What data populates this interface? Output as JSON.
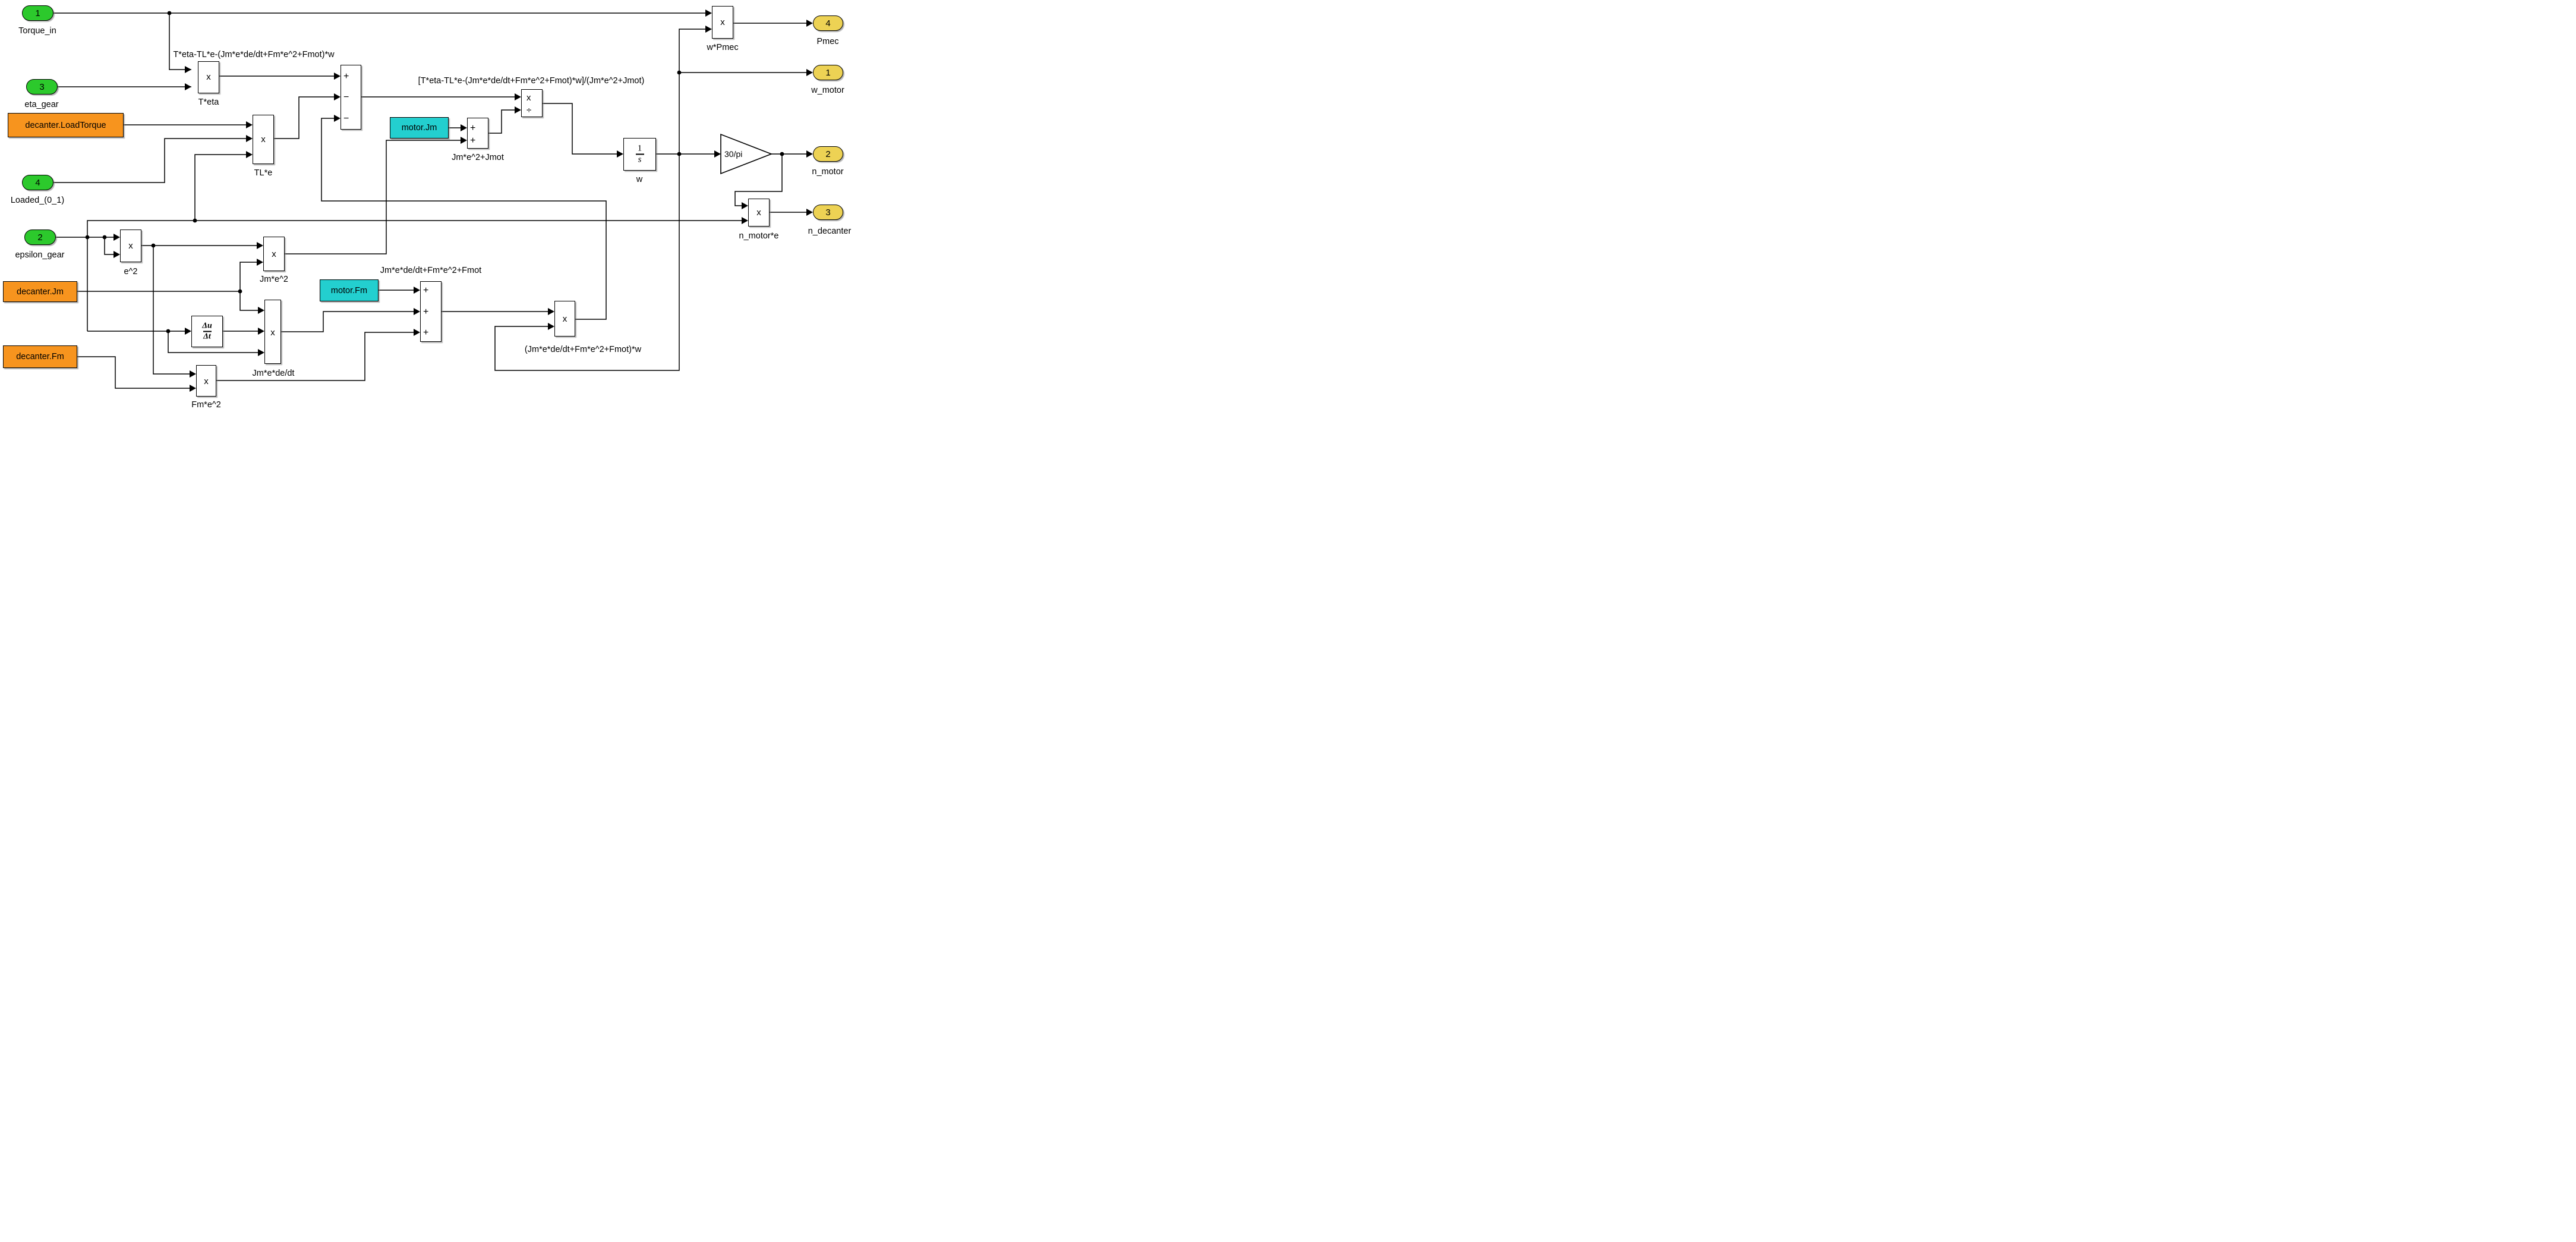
{
  "colors": {
    "green": "#2CC92C",
    "yellow": "#EDD254",
    "orange": "#F7941E",
    "cyan": "#23CFCF",
    "wire": "#000000"
  },
  "inports": [
    {
      "id": "1",
      "label": "Torque_in"
    },
    {
      "id": "3",
      "label": "eta_gear"
    },
    {
      "id": "4",
      "label": "Loaded_(0_1)"
    },
    {
      "id": "2",
      "label": "epsilon_gear"
    }
  ],
  "outports": [
    {
      "id": "4",
      "label": "Pmec"
    },
    {
      "id": "1",
      "label": "w_motor"
    },
    {
      "id": "2",
      "label": "n_motor"
    },
    {
      "id": "3",
      "label": "n_decanter"
    }
  ],
  "constants": {
    "load_torque": "decanter.LoadTorque",
    "decanter_jm": "decanter.Jm",
    "decanter_fm": "decanter.Fm",
    "motor_jm": "motor.Jm",
    "motor_fm": "motor.Fm"
  },
  "products": {
    "symbol": "x",
    "divide_top": "x",
    "divide_bottom": "÷",
    "t_eta": "T*eta",
    "tl_e": "TL*e",
    "e2": "e^2",
    "jm_e2": "Jm*e^2",
    "jm_e_dedt": "Jm*e*de/dt",
    "fm_e2": "Fm*e^2",
    "w_pmec": "w*Pmec",
    "n_motor_e": "n_motor*e"
  },
  "sums": {
    "main_signs": [
      "+",
      "−",
      "−"
    ],
    "jm_signs": [
      "+",
      "+"
    ],
    "jm_label": "Jm*e^2+Jmot",
    "fm_signs": [
      "+",
      "+",
      "+"
    ]
  },
  "integrator": {
    "num": "1",
    "den": "s",
    "label": "w"
  },
  "derivative": {
    "num": "Δu",
    "den": "Δt"
  },
  "gain": {
    "label": "30/pi"
  },
  "annotations": {
    "sum": "T*eta-TL*e-(Jm*e*de/dt+Fm*e^2+Fmot)*w",
    "division": "[T*eta-TL*e-(Jm*e*de/dt+Fm*e^2+Fmot)*w]/(Jm*e^2+Jmot)",
    "friction": "Jm*e*de/dt+Fm*e^2+Fmot",
    "friction_torque": "(Jm*e*de/dt+Fm*e^2+Fmot)*w"
  }
}
